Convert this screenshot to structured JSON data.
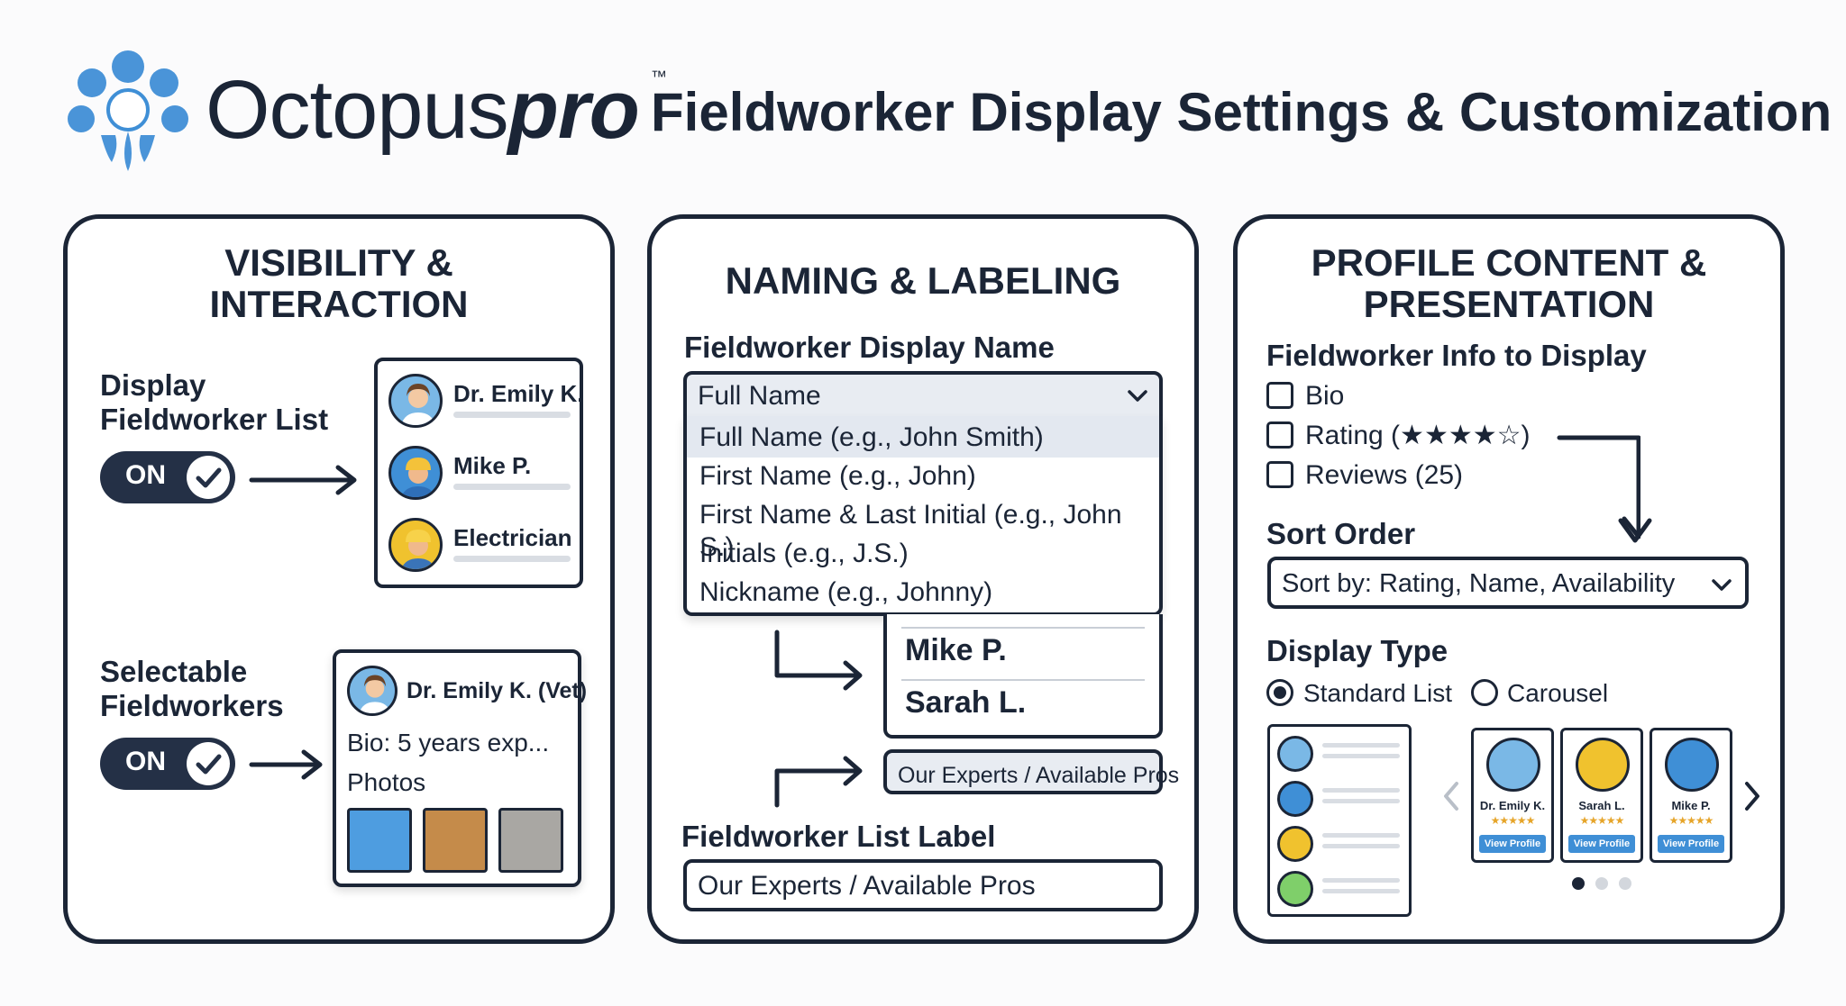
{
  "brand": {
    "name_light": "Octopus",
    "name_bold": "pro",
    "trademark": "™",
    "title": "Fieldworker Display Settings & Customization"
  },
  "visibility": {
    "title_line1": "VISIBILITY &",
    "title_line2": "INTERACTION",
    "display_list_line1": "Display",
    "display_list_line2": "Fieldworker List",
    "toggle1": "ON",
    "list_preview": [
      "Dr. Emily K.",
      "Mike P.",
      "Electrician"
    ],
    "selectable_line1": "Selectable",
    "selectable_line2": "Fieldworkers",
    "toggle2": "ON",
    "popup_name": "Dr. Emily K. (Vet)",
    "popup_bio": "Bio: 5 years exp...",
    "popup_photos": "Photos"
  },
  "naming": {
    "title": "NAMING & LABELING",
    "display_name_label": "Fieldworker Display Name",
    "selected": "Full Name",
    "options": [
      "Full Name (e.g., John Smith)",
      "First Name (e.g., John)",
      "First Name & Last Initial (e.g., John S.)",
      "Initials (e.g., J.S.)",
      "Nickname (e.g., Johnny)"
    ],
    "preview_names": [
      "Mike P.",
      "Sarah L."
    ],
    "label_chip": "Our Experts / Available Pros",
    "list_label_label": "Fieldworker List Label",
    "list_label_value": "Our Experts / Available Pros"
  },
  "profile": {
    "title_line1": "PROFILE CONTENT &",
    "title_line2": "PRESENTATION",
    "info_label": "Fieldworker Info to Display",
    "checkboxes": [
      "Bio",
      "Rating (★★★★☆)",
      "Reviews (25)"
    ],
    "sort_label": "Sort Order",
    "sort_value": "Sort by: Rating, Name, Availability",
    "display_type_label": "Display Type",
    "radio_standard": "Standard List",
    "radio_carousel": "Carousel",
    "carousel_cards": [
      {
        "name": "Dr. Emily K.",
        "stars": "★★★★★",
        "button": "View Profile"
      },
      {
        "name": "Sarah L.",
        "stars": "★★★★★",
        "button": "View Profile"
      },
      {
        "name": "Mike P.",
        "stars": "★★★★★",
        "button": "View Profile"
      }
    ]
  },
  "colors": {
    "navy": "#1b2536",
    "brand_blue": "#3f8fd6",
    "toggle_bg": "#243046"
  }
}
